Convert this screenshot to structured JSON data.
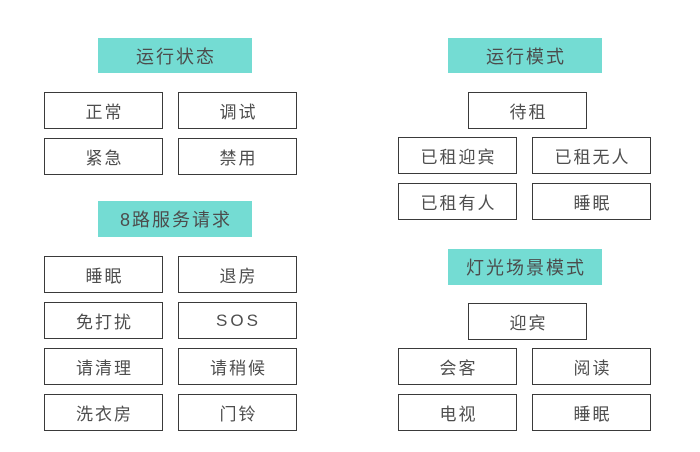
{
  "page": {
    "background_color": "#ffffff",
    "accent_color": "#74dcd3",
    "button_border_color": "#3a3a3a",
    "text_color": "#4e4e4e"
  },
  "sections": {
    "run_status": {
      "title": "运行状态",
      "buttons": {
        "normal": "正常",
        "debug": "调试",
        "emergency": "紧急",
        "disabled": "禁用"
      }
    },
    "service_request": {
      "title": "8路服务请求",
      "buttons": {
        "sleep": "睡眠",
        "checkout": "退房",
        "do_not_disturb": "免打扰",
        "sos": "SOS",
        "please_clean": "请清理",
        "please_wait": "请稍候",
        "laundry": "洗衣房",
        "doorbell": "门铃"
      }
    },
    "run_mode": {
      "title": "运行模式",
      "buttons": {
        "for_rent": "待租",
        "rented_welcome": "已租迎宾",
        "rented_vacant": "已租无人",
        "rented_occupied": "已租有人",
        "sleep": "睡眠"
      }
    },
    "light_scene": {
      "title": "灯光场景模式",
      "buttons": {
        "welcome": "迎宾",
        "meeting": "会客",
        "reading": "阅读",
        "tv": "电视",
        "sleep": "睡眠"
      }
    }
  }
}
